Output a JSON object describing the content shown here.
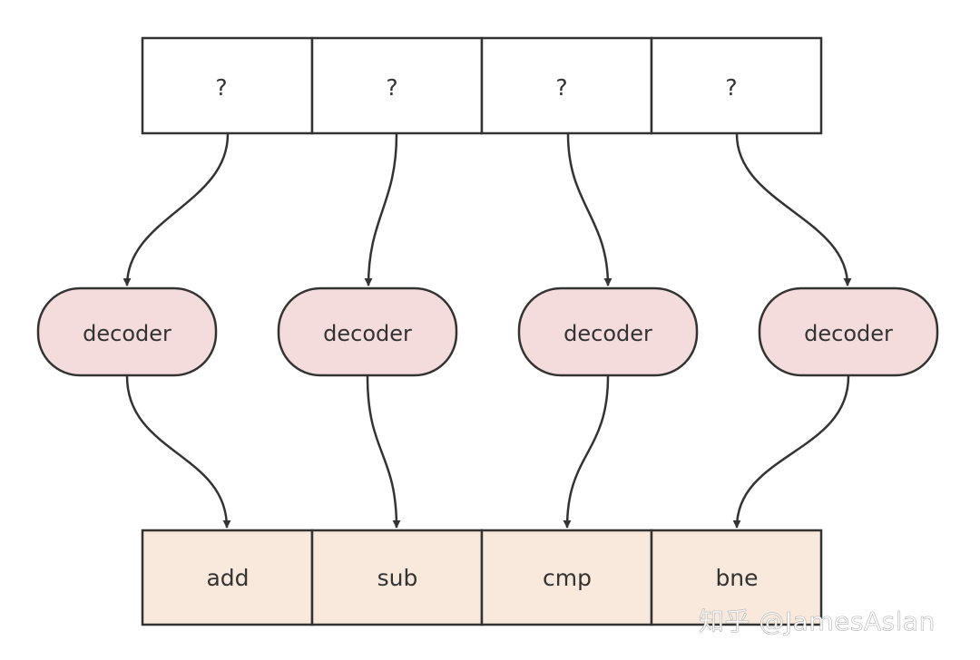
{
  "colors": {
    "line": "#333333",
    "top_fill": "#ffffff",
    "decoder_fill": "#f4dcdc",
    "bottom_fill": "#f8e9dc"
  },
  "top_row": {
    "cells": [
      {
        "label": "?"
      },
      {
        "label": "?"
      },
      {
        "label": "?"
      },
      {
        "label": "?"
      }
    ]
  },
  "decoders": [
    {
      "label": "decoder"
    },
    {
      "label": "decoder"
    },
    {
      "label": "decoder"
    },
    {
      "label": "decoder"
    }
  ],
  "bottom_row": {
    "cells": [
      {
        "label": "add"
      },
      {
        "label": "sub"
      },
      {
        "label": "cmp"
      },
      {
        "label": "bne"
      }
    ]
  },
  "watermark": {
    "text": "知乎 @JamesAslan"
  }
}
